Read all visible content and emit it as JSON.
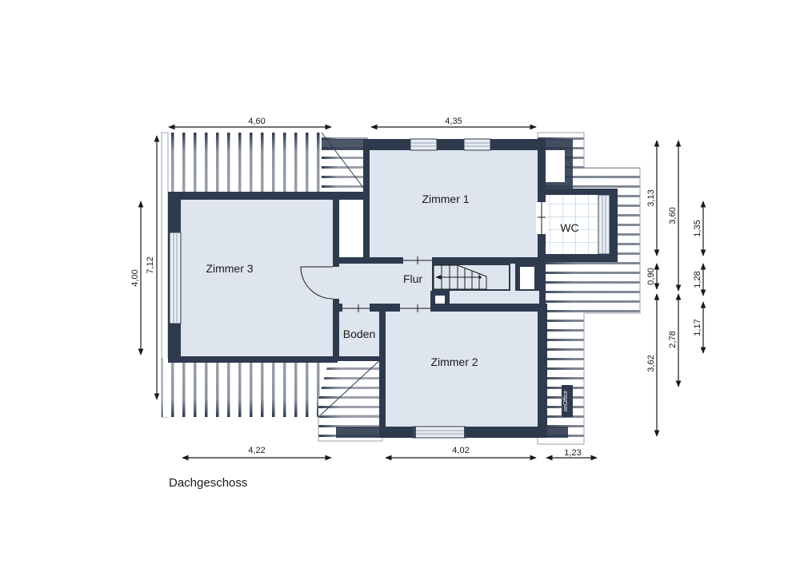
{
  "plan": {
    "title": "Dachgeschoss",
    "colors": {
      "wall": "#2e3a4e",
      "floor": "#dfe5ee",
      "roof_stripe": "#2e3a4e",
      "tile_grid": "#a9c3d8",
      "text": "#1a1a1a"
    },
    "rooms": [
      {
        "name": "Zimmer 1"
      },
      {
        "name": "Zimmer 2"
      },
      {
        "name": "Zimmer 3"
      },
      {
        "name": "WC"
      },
      {
        "name": "Flur"
      },
      {
        "name": "Boden"
      }
    ],
    "dimensions": {
      "top": [
        "4,60",
        "4,35"
      ],
      "bottom": [
        "4,22",
        "4,02",
        "1,23"
      ],
      "left": [
        "4,00",
        "7,12"
      ],
      "right_col1": [
        "3,13",
        "0,90",
        "3,62"
      ],
      "right_col2": [
        "3,60",
        "2,78"
      ],
      "right_col3": [
        "1,35",
        "1,28",
        "1,17"
      ]
    },
    "watermark": "onOffice"
  }
}
